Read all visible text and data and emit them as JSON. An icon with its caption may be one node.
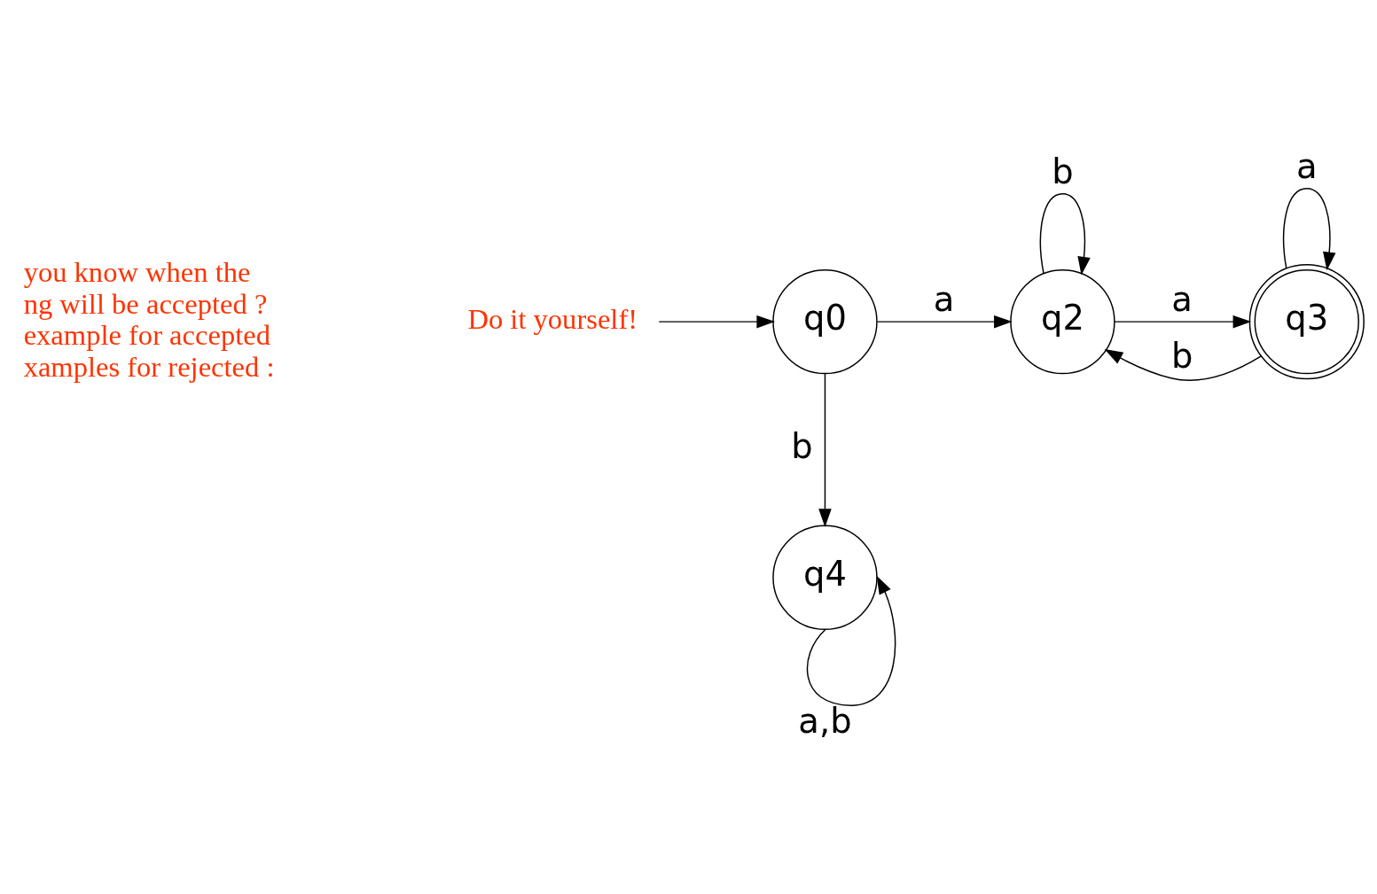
{
  "diagram": {
    "nodes": [
      {
        "text": [
          "Do it yourself!"
        ]
      },
      {
        "text": [
          "q0"
        ]
      },
      {
        "text": [
          "q2"
        ]
      },
      {
        "text": [
          "q3"
        ]
      },
      {
        "text": [
          "q4"
        ]
      }
    ],
    "edges": [
      {
        "from": 0,
        "to": 1,
        "arrow": "to"
      },
      {
        "from": 1,
        "to": 2,
        "arrow": "to",
        "label": "a"
      },
      {
        "from": 2,
        "to": 2,
        "arrow": "to",
        "label": "b"
      },
      {
        "from": 2,
        "to": 3,
        "arrow": "to",
        "label": "a"
      },
      {
        "from": 3,
        "to": 2,
        "arrow": "to",
        "label": "b"
      },
      {
        "from": 3,
        "to": 3,
        "arrow": "to",
        "label": "a"
      },
      {
        "from": 1,
        "to": 4,
        "arrow": "to",
        "label": "b"
      },
      {
        "from": 4,
        "to": 4,
        "arrow": "to",
        "label": "a,b"
      }
    ],
    "labels": [
      "you know when the",
      "ng will be accepted ?",
      "example for accepted",
      "xamples for rejected :"
    ]
  }
}
